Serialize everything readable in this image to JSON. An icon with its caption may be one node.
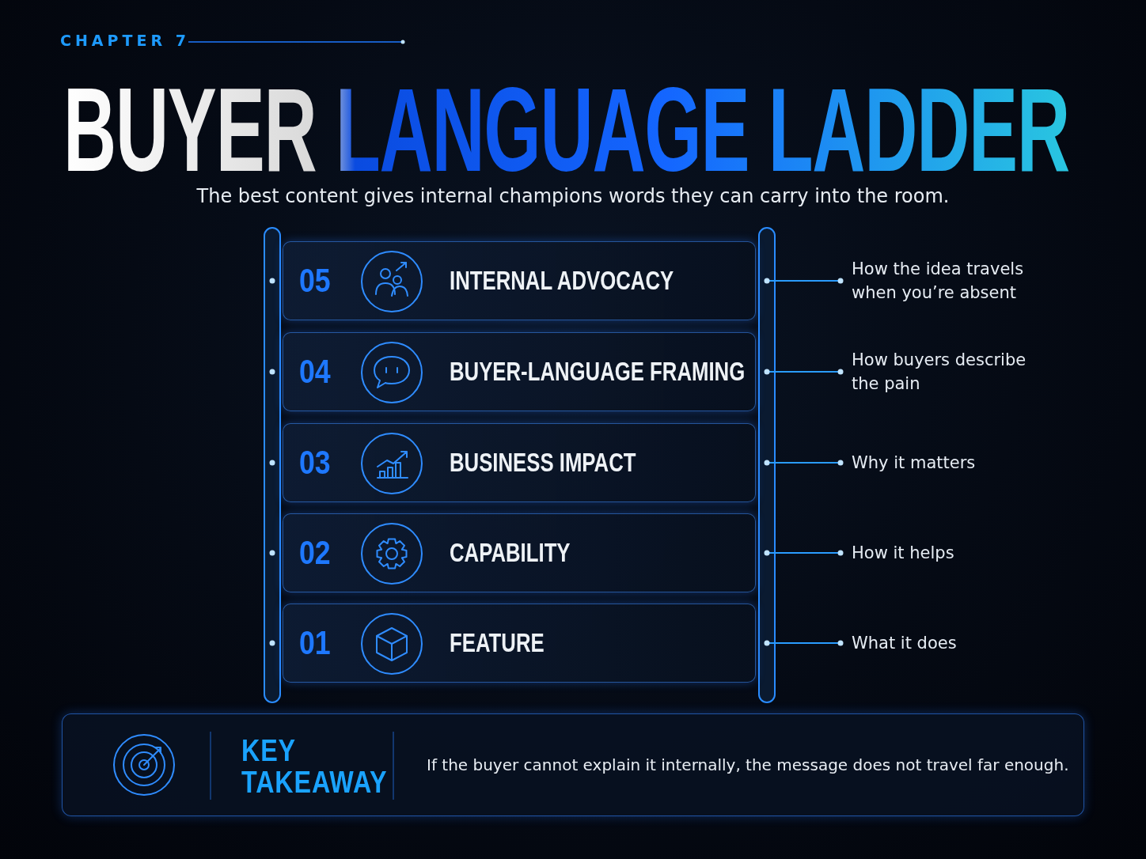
{
  "diagram": {
    "title": "BUYER LANGUAGE LADDER",
    "nodes": [
      {
        "text": [
          "05",
          "INTERNAL ADVOCACY"
        ]
      },
      {
        "text": [
          "04",
          "BUYER-LANGUAGE FRAMING"
        ]
      },
      {
        "text": [
          "03",
          "BUSINESS IMPACT"
        ]
      },
      {
        "text": [
          "02",
          "CAPABILITY"
        ]
      },
      {
        "text": [
          "01",
          "FEATURE"
        ]
      },
      {
        "text": [
          "How the idea travels when you’re absent"
        ]
      },
      {
        "text": [
          "How buyers describe the pain"
        ]
      },
      {
        "text": [
          "Why it matters"
        ]
      },
      {
        "text": [
          "How it helps"
        ]
      },
      {
        "text": [
          "What it does"
        ]
      },
      {
        "text": [
          "KEY TAKEAWAY",
          "If the buyer cannot explain it internally, the message does not travel far enough."
        ]
      }
    ],
    "edges": [
      {
        "from": 0,
        "to": 5,
        "arrow": "other"
      },
      {
        "from": 1,
        "to": 6,
        "arrow": "other"
      },
      {
        "from": 2,
        "to": 7,
        "arrow": "other"
      },
      {
        "from": 3,
        "to": 8,
        "arrow": "other"
      },
      {
        "from": 4,
        "to": 9,
        "arrow": "other"
      }
    ],
    "labels": [
      "CHAPTER 7",
      "The best content gives internal champions words they can carry into the room."
    ]
  }
}
